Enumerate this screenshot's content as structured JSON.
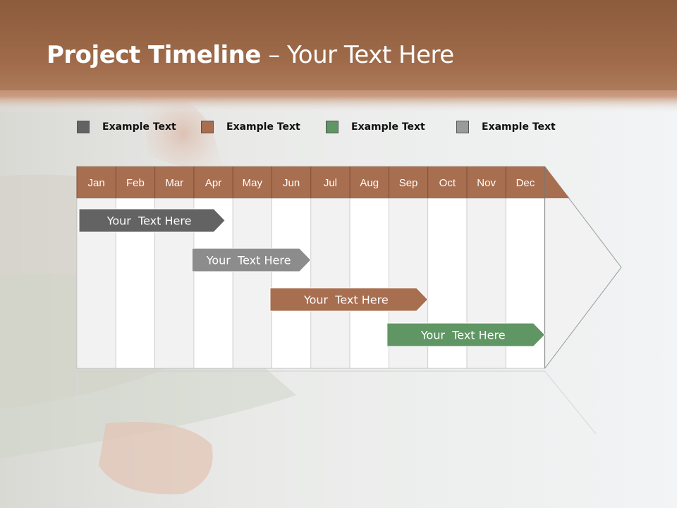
{
  "slide": {
    "title_bold": "Project Timeline",
    "title_rest": " – Your Text Here"
  },
  "legend": [
    {
      "label": "Example Text",
      "color": "#636363"
    },
    {
      "label": "Example Text",
      "color": "#a86e50"
    },
    {
      "label": "Example Text",
      "color": "#5f9663"
    },
    {
      "label": "Example Text",
      "color": "#9a9a9a"
    }
  ],
  "colors": {
    "header": "#a86e50",
    "band_light": "#f2f2f2",
    "band_white": "#ffffff",
    "grid": "#c8c8c8",
    "title_bar": "#96603f"
  },
  "chart_data": {
    "type": "gantt",
    "months": [
      "Jan",
      "Feb",
      "Mar",
      "Apr",
      "May",
      "Jun",
      "Jul",
      "Aug",
      "Sep",
      "Oct",
      "Nov",
      "Dec"
    ],
    "tasks": [
      {
        "label": "Your  Text Here",
        "start_month": 0,
        "end_month": 3.8,
        "color": "#636363"
      },
      {
        "label": "Your  Text Here",
        "start_month": 2.9,
        "end_month": 6.0,
        "color": "#8c8c8c"
      },
      {
        "label": "Your  Text Here",
        "start_month": 4.9,
        "end_month": 9.0,
        "color": "#a86e50"
      },
      {
        "label": "Your  Text Here",
        "start_month": 7.9,
        "end_month": 12.0,
        "color": "#5f9663"
      }
    ]
  }
}
